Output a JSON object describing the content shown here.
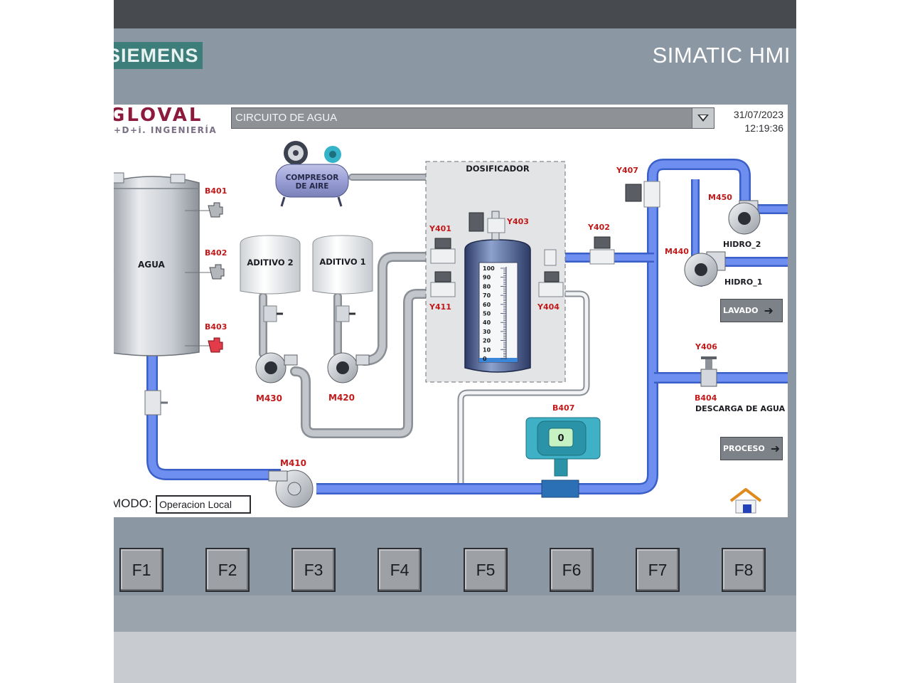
{
  "device": {
    "brand": "SIEMENS",
    "model": "SIMATIC HMI"
  },
  "header": {
    "logo_line1": "GLOVAL",
    "logo_line2": "I+D+i. INGENIERÍA",
    "screen_select": "CIRCUITO DE AGUA",
    "date": "31/07/2023",
    "time": "12:19:36"
  },
  "tank": {
    "label": "AGUA",
    "sensors": [
      "B401",
      "B402",
      "B403"
    ]
  },
  "additives": [
    {
      "label": "ADITIVO 2",
      "pump": "M430"
    },
    {
      "label": "ADITIVO 1",
      "pump": "M420"
    }
  ],
  "compressor": {
    "label_line1": "COMPRESOR",
    "label_line2": "DE AIRE"
  },
  "dosificador": {
    "label": "DOSIFICADOR",
    "scale": [
      "100",
      "90",
      "80",
      "70",
      "60",
      "50",
      "40",
      "30",
      "20",
      "10",
      "0"
    ],
    "valves": [
      "Y401",
      "Y403",
      "Y411",
      "Y404"
    ]
  },
  "valves_right": {
    "y402": "Y402",
    "y407": "Y407",
    "y406": "Y406"
  },
  "pumps_right": [
    {
      "tag": "M450",
      "label": "HIDRO_2"
    },
    {
      "tag": "M440",
      "label": "HIDRO_1"
    }
  ],
  "main_pump": "M410",
  "transmitter": {
    "tag": "B407",
    "value": "0"
  },
  "discharge": {
    "tag": "B404",
    "label": "DESCARGA DE AGUA"
  },
  "buttons": {
    "lavado": "LAVADO",
    "proceso": "PROCESO"
  },
  "mode": {
    "label": "MODO:",
    "value": "Operacion Local"
  },
  "fkeys": [
    "F1",
    "F2",
    "F3",
    "F4",
    "F5",
    "F6",
    "F7",
    "F8"
  ],
  "colors": {
    "water_pipe": "#6f8ff0",
    "gray_pipe": "#b8bcc2",
    "alarm_red": "#c21a1a",
    "teal_device": "#3fb1c6"
  }
}
